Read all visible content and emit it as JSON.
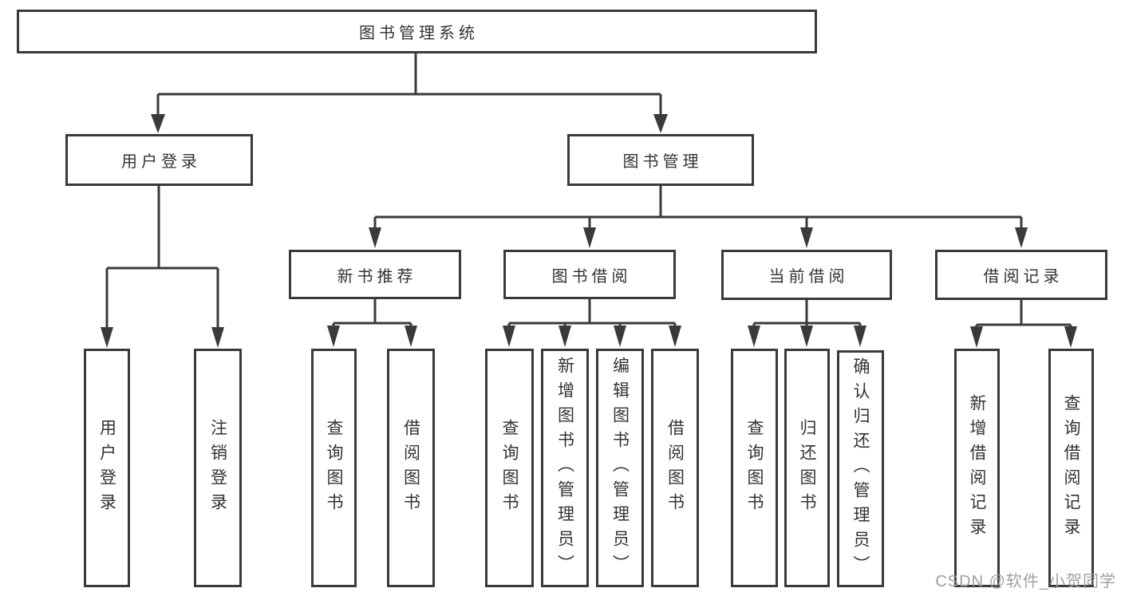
{
  "diagram": {
    "type": "hierarchy-flowchart",
    "title": "图书管理系统",
    "colors": {
      "line": "#3a3a3a",
      "box_border": "#3a3a3a",
      "text": "#333333",
      "background": "#ffffff",
      "watermark": "#a0a0a0"
    },
    "tree": {
      "label": "图书管理系统",
      "children": [
        {
          "label": "用户登录",
          "children": [
            {
              "label": "用户登录"
            },
            {
              "label": "注销登录"
            }
          ]
        },
        {
          "label": "图书管理",
          "children": [
            {
              "label": "新书推荐",
              "children": [
                {
                  "label": "查询图书"
                },
                {
                  "label": "借阅图书"
                }
              ]
            },
            {
              "label": "图书借阅",
              "children": [
                {
                  "label": "查询图书"
                },
                {
                  "label": "新增图书（管理员）"
                },
                {
                  "label": "编辑图书（管理员）"
                },
                {
                  "label": "借阅图书"
                }
              ]
            },
            {
              "label": "当前借阅",
              "children": [
                {
                  "label": "查询图书"
                },
                {
                  "label": "归还图书"
                },
                {
                  "label": "确认归还（管理员）"
                }
              ]
            },
            {
              "label": "借阅记录",
              "children": [
                {
                  "label": "新增借阅记录"
                },
                {
                  "label": "查询借阅记录"
                }
              ]
            }
          ]
        }
      ]
    },
    "watermark": {
      "text": "CSDN @软件_小贺同学"
    }
  }
}
